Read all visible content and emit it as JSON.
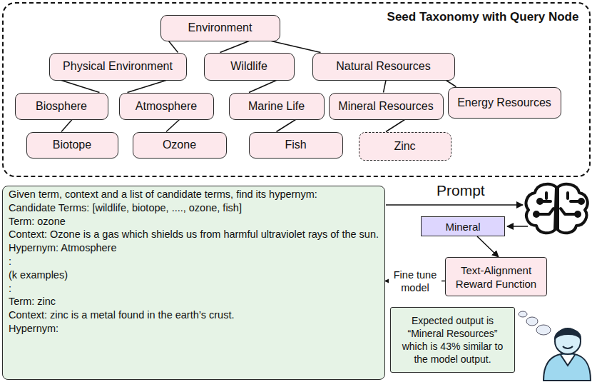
{
  "diagram": {
    "nodes": [
      {
        "text": [
          "Seed Taxonomy with Query Node"
        ]
      },
      {
        "text": [
          "Environment"
        ],
        "in": 0
      },
      {
        "text": [
          "Physical Environment"
        ],
        "in": 0
      },
      {
        "text": [
          "Wildlife"
        ],
        "in": 0
      },
      {
        "text": [
          "Natural Resources"
        ],
        "in": 0
      },
      {
        "text": [
          "Biosphere"
        ],
        "in": 0
      },
      {
        "text": [
          "Atmosphere"
        ],
        "in": 0
      },
      {
        "text": [
          "Marine Life"
        ],
        "in": 0
      },
      {
        "text": [
          "Mineral Resources"
        ],
        "in": 0
      },
      {
        "text": [
          "Energy Resources"
        ],
        "in": 0
      },
      {
        "text": [
          "Biotope"
        ],
        "in": 0
      },
      {
        "text": [
          "Ozone"
        ],
        "in": 0
      },
      {
        "text": [
          "Fish"
        ],
        "in": 0
      },
      {
        "text": [
          "Zinc"
        ],
        "in": 0
      },
      {
        "text": [
          "Given term, context and a list of candidate terms, find its hypernym:",
          "Candidate Terms: [wildlife, biotope, ...., ozone, fish]",
          "Term: ozone",
          "Context: Ozone is a gas which shields us from harmful ultraviolet rays of the sun.",
          "Hypernym: Atmosphere",
          ":",
          "(k examples)",
          ":",
          "Term: zinc",
          "Context: zinc is a metal found in the earth’s crust.",
          "Hypernym:"
        ]
      },
      {
        "text": [
          "Mineral"
        ]
      },
      {
        "text": [
          "Text-Alignment Reward Function"
        ]
      },
      {
        "text": [
          "Expected output is “Mineral Resources” which is 43% similar to the model output."
        ]
      }
    ],
    "edges": [
      {
        "from": 1,
        "to": 2,
        "arrow": "none"
      },
      {
        "from": 1,
        "to": 3,
        "arrow": "none"
      },
      {
        "from": 1,
        "to": 4,
        "arrow": "none"
      },
      {
        "from": 2,
        "to": 5,
        "arrow": "none"
      },
      {
        "from": 2,
        "to": 6,
        "arrow": "none"
      },
      {
        "from": 3,
        "to": 7,
        "arrow": "none"
      },
      {
        "from": 4,
        "to": 8,
        "arrow": "none"
      },
      {
        "from": 4,
        "to": 9,
        "arrow": "none"
      },
      {
        "from": 5,
        "to": 10,
        "arrow": "none"
      },
      {
        "from": 6,
        "to": 11,
        "arrow": "none"
      },
      {
        "from": 7,
        "to": 12,
        "arrow": "none"
      },
      {
        "from": 8,
        "to": 13,
        "arrow": "none"
      },
      {
        "from": 15,
        "to": 16,
        "arrow": "to"
      },
      {
        "from": 16,
        "to": 14,
        "label": "Fine tune model",
        "arrow": "to"
      }
    ],
    "labels": [
      "Prompt"
    ]
  }
}
